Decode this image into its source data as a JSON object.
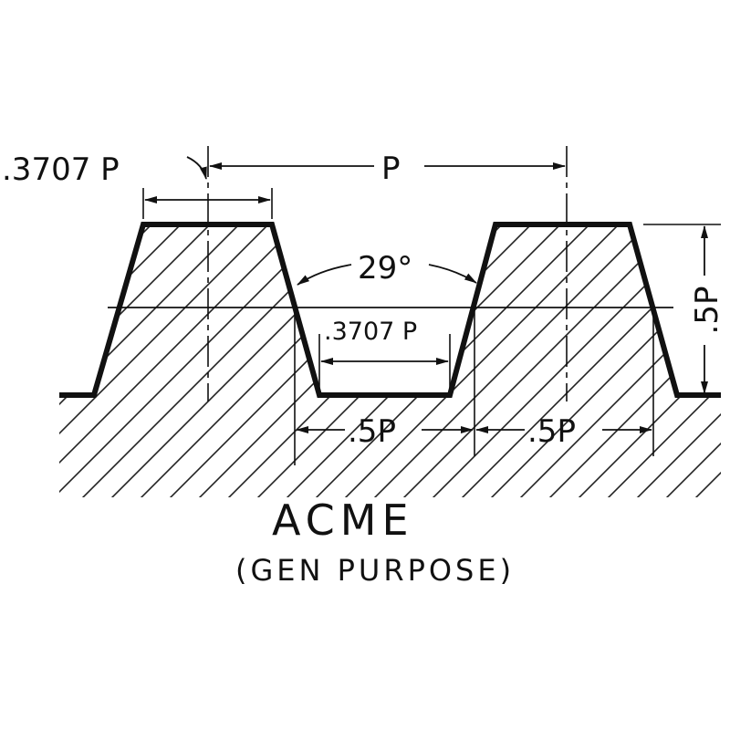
{
  "diagram": {
    "title": "ACME",
    "subtitle": "(GEN PURPOSE)",
    "labels": {
      "crest_width": ".3707 P",
      "pitch": "P",
      "thread_angle": "29°",
      "root_width": ".3707 P",
      "half_pitch_left": ".5P",
      "half_pitch_right": ".5P",
      "thread_depth": ".5P"
    }
  }
}
